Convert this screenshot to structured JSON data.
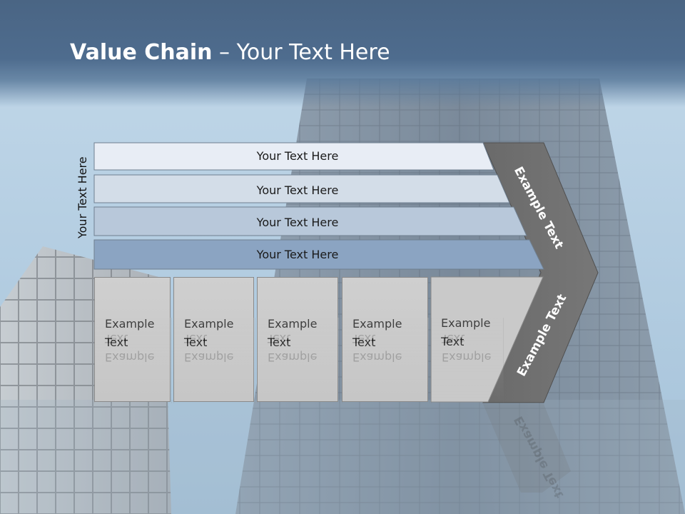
{
  "slide": {
    "title_bold": "Value Chain",
    "title_rest": " – Your Text Here",
    "side_label": "Your Text Here"
  },
  "bars": [
    {
      "label": "Your Text Here"
    },
    {
      "label": "Your Text Here"
    },
    {
      "label": "Your Text Here"
    },
    {
      "label": "Your Text Here"
    }
  ],
  "boxes": [
    {
      "line1": "Example",
      "line2": "Text"
    },
    {
      "line1": "Example",
      "line2": "Text"
    },
    {
      "line1": "Example",
      "line2": "Text"
    },
    {
      "line1": "Example",
      "line2": "Text"
    },
    {
      "line1": "Example",
      "line2": "Text"
    }
  ],
  "arrow": {
    "upper_label": "Example Text",
    "lower_label": "Example Text"
  },
  "colors": {
    "header": "#4a6584",
    "bar1": "#e8edf5",
    "bar2": "#d3dde8",
    "bar3": "#b8c8da",
    "bar4": "#8ba4c2",
    "box": "#c9c9c9",
    "arrow": "#6e6e6e"
  }
}
